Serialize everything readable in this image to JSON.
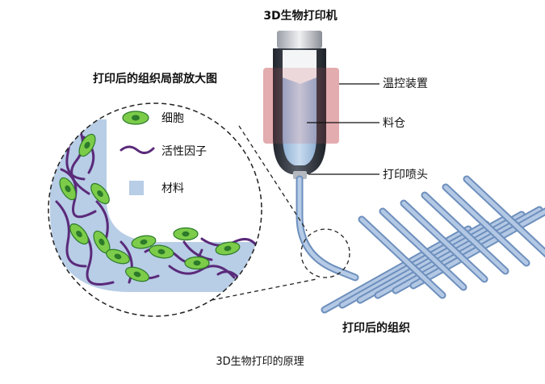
{
  "diagram": {
    "printer_title": "3D生物打印机",
    "magnified_title": "打印后的组织局部放大图",
    "legend": {
      "cell": "细胞",
      "growth_factor": "活性因子",
      "material": "材料"
    },
    "parts": {
      "temperature_control": "温控装置",
      "material_chamber": "料仓",
      "print_nozzle": "打印喷头"
    },
    "tissue_label": "打印后的组织",
    "caption": "3D生物打印的原理"
  },
  "colors": {
    "material_blue": "#b8cde6",
    "nozzle_tube": "#9ab7d8",
    "cell_green": "#7ccc4a",
    "cell_nucleus": "#2c7a2a",
    "growth_factor_purple": "#5a2a7a",
    "heater_red": "#d98a8e",
    "printer_dark": "#3a3f48",
    "grid_blue": "#8aa7cf"
  }
}
